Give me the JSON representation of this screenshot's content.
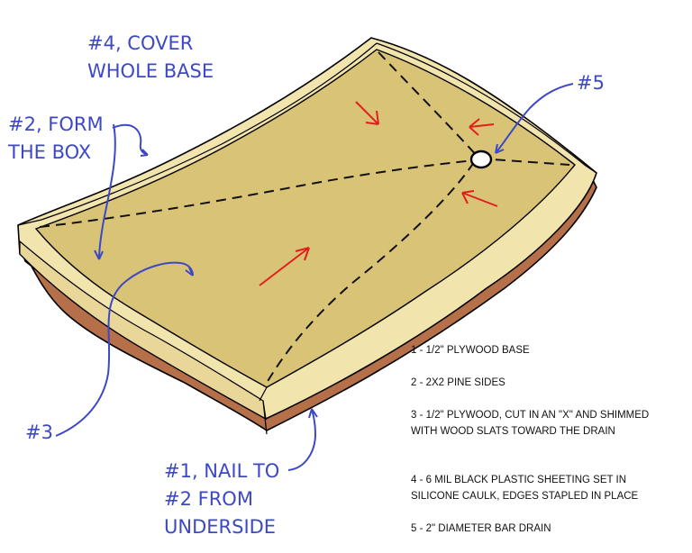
{
  "callouts": {
    "cover": [
      "#4, COVER",
      "WHOLE BASE"
    ],
    "form_box": [
      "#2, FORM",
      "THE BOX"
    ],
    "drain": "#5",
    "inner_plywood": "#3",
    "nail": [
      "#1, NAIL TO",
      "#2 FROM",
      "UNDERSIDE"
    ]
  },
  "legend": [
    "1 - 1/2\" PLYWOOD BASE",
    "2 - 2X2 PINE SIDES",
    "3 - 1/2\" PLYWOOD, CUT IN AN \"X\" AND SHIMMED WITH WOOD SLATS TOWARD THE DRAIN",
    "4 - 6 MIL BLACK PLASTIC SHEETING SET IN SILICONE CAULK, EDGES STAPLED IN PLACE",
    "5 - 2\" DIAMETER BAR DRAIN"
  ],
  "colors": {
    "callout": "#3d48c6",
    "flow_arrow": "#e0201c",
    "base": "#b5704a",
    "sides": "#f2e4ad",
    "surface": "#d8c377"
  }
}
